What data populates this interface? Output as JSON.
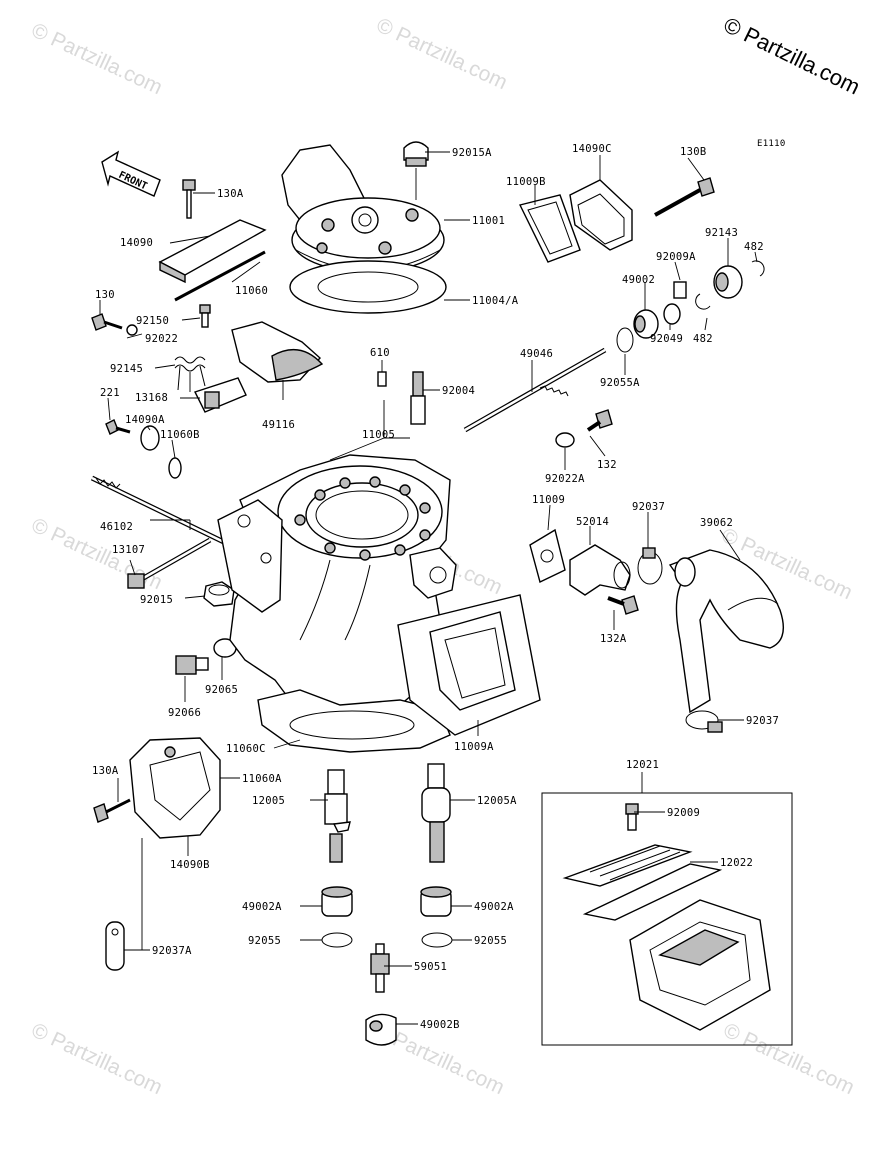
{
  "copyright": "© Partzilla.com",
  "watermark": "© Partzilla.com",
  "diagram_code": "E1110",
  "front_label": "FRONT",
  "labels": {
    "p92015A": "92015A",
    "p14090C": "14090C",
    "p130B": "130B",
    "p130A": "130A",
    "p11009B": "11009B",
    "p11001": "11001",
    "p14090": "14090",
    "p11060": "11060",
    "p92009A": "92009A",
    "p92143": "92143",
    "p482a": "482",
    "p49002": "49002",
    "p11004A": "11004/A",
    "p130": "130",
    "p92150": "92150",
    "p92022": "92022",
    "p92049": "92049",
    "p482b": "482",
    "p610": "610",
    "p92145": "92145",
    "p49046": "49046",
    "p92055A": "92055A",
    "p13168": "13168",
    "p92004": "92004",
    "p221": "221",
    "p14090A": "14090A",
    "p11060B": "11060B",
    "p49116": "49116",
    "p11005": "11005",
    "p132": "132",
    "p92022A": "92022A",
    "p11009": "11009",
    "p46102": "46102",
    "p92037a": "92037",
    "p52014": "52014",
    "p39062": "39062",
    "p13107": "13107",
    "p92015": "92015",
    "p132A": "132A",
    "p92065": "92065",
    "p92066": "92066",
    "p92037b": "92037",
    "p11060C": "11060C",
    "p11009A": "11009A",
    "p12021": "12021",
    "p130A2": "130A",
    "p11060A": "11060A",
    "p12005": "12005",
    "p12005A": "12005A",
    "p92009": "92009",
    "p14090B": "14090B",
    "p12022": "12022",
    "p49002A1": "49002A",
    "p49002A2": "49002A",
    "p92055a": "92055",
    "p92055b": "92055",
    "p59051": "59051",
    "p92037A": "92037A",
    "p49002B": "49002B"
  }
}
